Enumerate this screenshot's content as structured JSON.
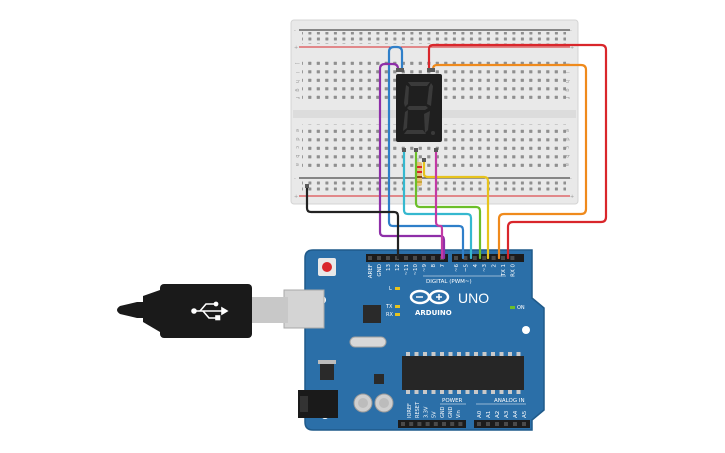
{
  "breadboard": {
    "rail_plus": "+",
    "rail_minus": "-",
    "rows_top": [
      "j",
      "i",
      "h",
      "g",
      "f"
    ],
    "rows_bottom": [
      "e",
      "d",
      "c",
      "b",
      "a"
    ],
    "column_numbers": [
      "1",
      "5",
      "10",
      "15",
      "20",
      "25",
      "30"
    ]
  },
  "display": {
    "digit": "8",
    "segment_color": "#3a3a3a",
    "body_color": "#1f1f1f"
  },
  "arduino": {
    "brand": "ARDUINO",
    "model": "UNO",
    "digital_header": "DIGITAL (PWM~)",
    "analog_header": "ANALOG IN",
    "power_header": "POWER",
    "on_label": "ON",
    "l_label": "L",
    "tx_label": "TX",
    "rx_label": "RX",
    "digital_pins": [
      "AREF",
      "GND",
      "13",
      "12",
      "~11",
      "~10",
      "~9",
      "8",
      "7",
      "~6",
      "~5",
      "4",
      "~3",
      "2",
      "TX 1",
      "RX 0"
    ],
    "power_pins": [
      "IOREF",
      "RESET",
      "3.3V",
      "5V",
      "GND",
      "GND",
      "Vin"
    ],
    "analog_pins": [
      "A0",
      "A1",
      "A2",
      "A3",
      "A4",
      "A5"
    ],
    "board_color": "#2b6fa8",
    "board_edge_color": "#1f5a8a"
  },
  "wires": {
    "colors": {
      "red": "#d9262b",
      "orange": "#ef8a1c",
      "yellow": "#e7c31d",
      "green": "#6cbf2a",
      "cyan": "#35b8cf",
      "blue": "#2f7fc9",
      "purple": "#8e2fa8",
      "magenta": "#c23aa5",
      "black": "#222222"
    }
  },
  "usb": {
    "cable_color": "#1a1a1a",
    "connector_color": "#d4d4d4"
  }
}
